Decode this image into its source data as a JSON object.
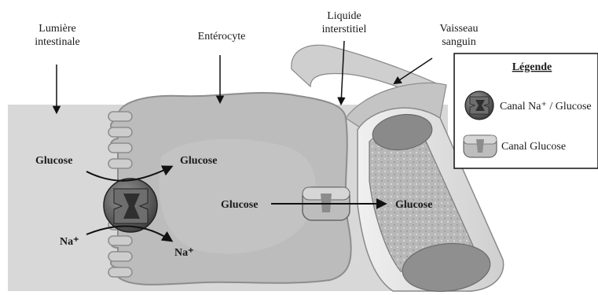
{
  "labels": {
    "lumen_line1": "Lumière",
    "lumen_line2": "intestinale",
    "enterocyte": "Entérocyte",
    "interstitial_line1": "Liquide",
    "interstitial_line2": "interstitiel",
    "vessel_line1": "Vaisseau",
    "vessel_line2": "sanguin",
    "glucose_lumen": "Glucose",
    "glucose_cell_top": "Glucose",
    "na_lumen": "Na⁺",
    "na_cell": "Na⁺",
    "glucose_cell_mid": "Glucose",
    "glucose_blood": "Glucose"
  },
  "legend": {
    "title": "Légende",
    "items": [
      {
        "label": "Canal Na⁺ / Glucose",
        "icon": "sodium-glucose-cotransporter-icon"
      },
      {
        "label": "Canal Glucose",
        "icon": "glucose-channel-icon"
      }
    ]
  },
  "colors": {
    "lumen": "#d6d6d6",
    "cell": "#bdbdbd",
    "vessel_wall": "#e3e3e3",
    "vessel_inner": "#8f8f8f",
    "arrow": "#111111"
  }
}
